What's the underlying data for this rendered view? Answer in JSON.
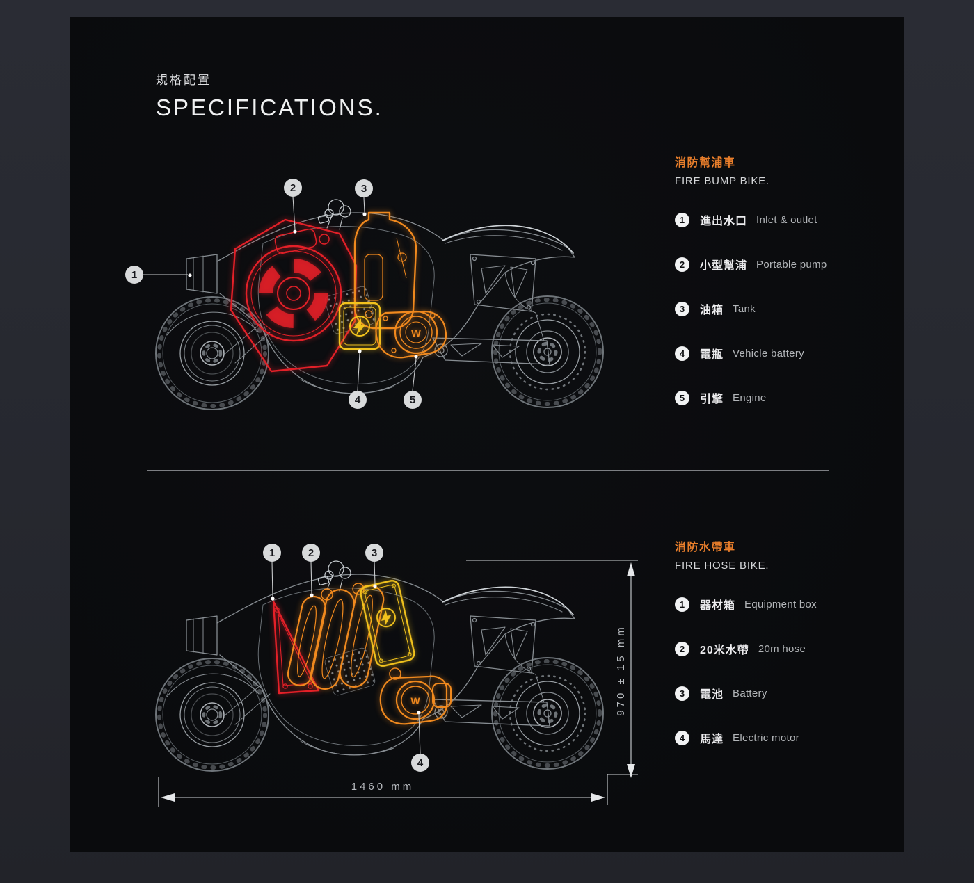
{
  "header": {
    "title_zh": "規格配置",
    "title_en": "SPECIFICATIONS."
  },
  "colors": {
    "page_background": "#26282f",
    "panel_background": "#0b0c0f",
    "accent_orange": "#e87e2b",
    "highlight_red": "#e32028",
    "highlight_orange": "#f0891e",
    "highlight_yellow": "#f2c31d",
    "line_gray": "#878d92",
    "text_light": "#ececee",
    "text_muted": "#b2b5b8"
  },
  "sections": [
    {
      "id": "fire-bump-bike",
      "heading_zh": "消防幫浦車",
      "heading_en": "FIRE BUMP BIKE.",
      "legend": [
        {
          "num": "1",
          "zh": "進出水口",
          "en": "Inlet & outlet"
        },
        {
          "num": "2",
          "zh": "小型幫浦",
          "en": "Portable pump"
        },
        {
          "num": "3",
          "zh": "油箱",
          "en": "Tank"
        },
        {
          "num": "4",
          "zh": "電瓶",
          "en": "Vehicle battery"
        },
        {
          "num": "5",
          "zh": "引擎",
          "en": "Engine"
        }
      ],
      "callouts": [
        "1",
        "2",
        "3",
        "4",
        "5"
      ]
    },
    {
      "id": "fire-hose-bike",
      "heading_zh": "消防水帶車",
      "heading_en": "FIRE HOSE BIKE.",
      "legend": [
        {
          "num": "1",
          "zh": "器材箱",
          "en": "Equipment box"
        },
        {
          "num": "2",
          "zh": "20米水帶",
          "en": "20m hose"
        },
        {
          "num": "3",
          "zh": "電池",
          "en": "Battery"
        },
        {
          "num": "4",
          "zh": "馬達",
          "en": "Electric motor"
        }
      ],
      "callouts": [
        "1",
        "2",
        "3",
        "4"
      ],
      "dimensions": {
        "width_label": "1460 mm",
        "height_label": "970 ± 15 mm"
      }
    }
  ]
}
